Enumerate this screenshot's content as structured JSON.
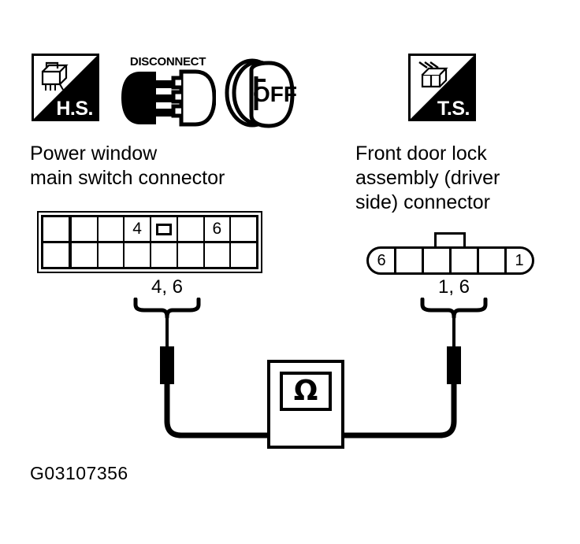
{
  "figure": {
    "code": "G03107356"
  },
  "icons": {
    "hs_badge": {
      "name": "harness-side-badge",
      "label": "H.S.",
      "art": "connector-icon"
    },
    "ts_badge": {
      "name": "terminal-side-badge",
      "label": "T.S.",
      "art": "connector-icon"
    },
    "disconnect": {
      "name": "disconnect-icon",
      "label": "DISCONNECT"
    },
    "ignition_off": {
      "name": "ignition-off-icon",
      "label": "OFF"
    }
  },
  "captions": {
    "left": "Power window\nmain switch connector",
    "right": "Front door lock\nassembly (driver\nside) connector"
  },
  "connector_left": {
    "name": "power-window-main-switch-connector",
    "rows": 2,
    "columns": 8,
    "top_row": [
      "",
      "",
      "",
      "4",
      "pin-bar",
      "",
      "6",
      ""
    ],
    "bottom_row": [
      "",
      "",
      "",
      "",
      "",
      "",
      "",
      ""
    ]
  },
  "connector_right": {
    "name": "front-door-lock-assembly-connector",
    "cells": [
      "6",
      "",
      "",
      "",
      "",
      "1"
    ]
  },
  "callouts": {
    "left": "4, 6",
    "right": "1, 6"
  },
  "meter": {
    "name": "ohmmeter",
    "symbol": "Ω"
  },
  "colors": {
    "ink": "#000000",
    "paper": "#ffffff"
  }
}
